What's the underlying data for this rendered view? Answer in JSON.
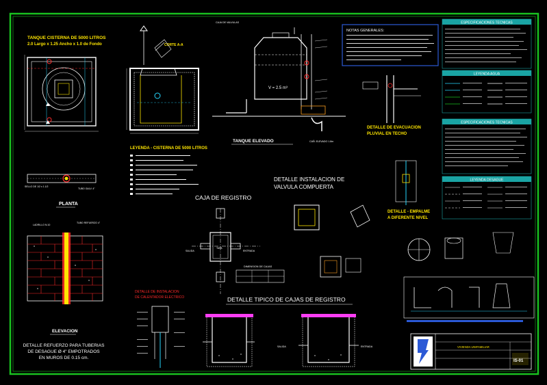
{
  "colors": {
    "background": "#000000",
    "border": "#19c21f",
    "lines": "#ffffff",
    "title_yellow": "#ffe600",
    "label_red": "#ff2a2a",
    "label_cyan": "#26d8ff",
    "label_magenta": "#ff3df5",
    "label_orange": "#ffa020",
    "panel_header": "#1aa4a4",
    "panel_blue": "#2b59d6"
  },
  "tank_cisterna": {
    "title": "TANQUE CISTERNA DE 5000 LITROS",
    "dims": "2.0 Largo x 1.25 Ancho x 1.0 de Fondo",
    "corte": "CORTE A-A"
  },
  "leyenda_cisterna": {
    "title": "LEYENDA - CISTERNA DE 5000 LITROS"
  },
  "planta": {
    "title": "PLANTA",
    "label_left": "SELLO DE 1/2 x 1.1/2",
    "label_right": "TUBO GALV. 4\""
  },
  "elevacion": {
    "title": "ELEVACION",
    "tag_top": "LADRILLO N.10",
    "tag_right": "TUBO REFUERZO 4\""
  },
  "detalle_refuerzo": {
    "line1": "DETALLE REFUERZO PARA TUBERIAS",
    "line2": "DE DESAGUE Ø 4\" EMPOTRADOS",
    "line3": "EN MUROS DE 0.15 cm."
  },
  "tanque_elevado": {
    "title": "TANQUE ELEVADO",
    "top_label": "CAJA DE VALVULAS",
    "volume": "V = 2.5 m³",
    "side_label": "CAÑ. ELEVADO 1.8m"
  },
  "notas_generales": {
    "title": "NOTAS GENERALES:"
  },
  "especificaciones": {
    "title_top": "ESPECIFICACIONES TECNICAS",
    "leyenda_agua": "LEYENDA AGUA",
    "title_mid": "ESPECIFICACIONES TECNICAS",
    "leyenda_desague": "LEYENDA DESAGUE"
  },
  "detalle_evacuacion": {
    "line1": "DETALLE DE EVACUACION",
    "line2": "PLUVIAL EN TECHO"
  },
  "detalle_valvula": {
    "line1": "DETALLE INSTALACION DE",
    "line2": "VALVULA COMPUERTA"
  },
  "detalle_empalme": {
    "line1": "DETALLE - EMPALME",
    "line2": "A DIFERENTE NIVEL"
  },
  "caja_registro": {
    "title": "CAJA DE REGISTRO",
    "salida": "SALIDA",
    "entrada": "ENTRADA",
    "tapa": "TAPA",
    "dimension": "DIMENSION DE CAJAS"
  },
  "detalle_cajas": {
    "title": "DETALLE TIPICO DE CAJAS DE REGISTRO",
    "salida": "SALIDA",
    "entrada": "ENTRADA"
  },
  "detalle_instalacion": {
    "line1": "DETALLE DE INSTALACION",
    "line2": "DE CALENTADOR ELECTRICO"
  },
  "title_block": {
    "project": "VIVIENDA UNIFAMILIAR",
    "sheet": "IS-01"
  }
}
